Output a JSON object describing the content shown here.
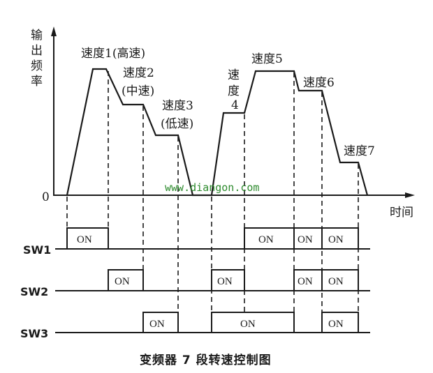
{
  "diagram": {
    "title": "变频器 7 段转速控制图",
    "y_axis_label": [
      "输",
      "出",
      "频",
      "率"
    ],
    "x_axis_label": "时间",
    "origin_label": "0",
    "watermark": "www.diangon.com",
    "colors": {
      "line": "#1a1a1a",
      "watermark": "#2e8b2e",
      "background": "#ffffff"
    },
    "speed_labels": {
      "s1": "速度1(高速)",
      "s2_line1": "速度2",
      "s2_line2": "(中速)",
      "s3_line1": "速度3",
      "s3_line2": "(低速)",
      "s4_line1": "速",
      "s4_line2": "度",
      "s4_line3": "4",
      "s5": "速度5",
      "s6": "速度6",
      "s7": "速度7"
    },
    "switches": [
      {
        "name": "SW1",
        "on_label": "ON"
      },
      {
        "name": "SW2",
        "on_label": "ON"
      },
      {
        "name": "SW3",
        "on_label": "ON"
      }
    ]
  },
  "chart_data": {
    "type": "timing",
    "title": "变频器 7 段转速控制图",
    "xlabel": "时间",
    "ylabel": "输出频率",
    "segments": [
      {
        "speed": "速度1",
        "note": "高速",
        "relative_level": 0.95,
        "SW1": "ON",
        "SW2": "OFF",
        "SW3": "OFF"
      },
      {
        "speed": "速度2",
        "note": "中速",
        "relative_level": 0.67,
        "SW1": "OFF",
        "SW2": "ON",
        "SW3": "OFF"
      },
      {
        "speed": "速度3",
        "note": "低速",
        "relative_level": 0.43,
        "SW1": "OFF",
        "SW2": "OFF",
        "SW3": "ON"
      },
      {
        "speed": "速度4",
        "note": "",
        "relative_level": 0.59,
        "SW1": "OFF",
        "SW2": "ON",
        "SW3": "ON"
      },
      {
        "speed": "速度5",
        "note": "",
        "relative_level": 0.93,
        "SW1": "ON",
        "SW2": "OFF",
        "SW3": "ON"
      },
      {
        "speed": "速度6",
        "note": "",
        "relative_level": 0.78,
        "SW1": "ON",
        "SW2": "ON",
        "SW3": "OFF"
      },
      {
        "speed": "速度7",
        "note": "",
        "relative_level": 0.24,
        "SW1": "ON",
        "SW2": "ON",
        "SW3": "ON"
      }
    ],
    "switch_rows": [
      "SW1",
      "SW2",
      "SW3"
    ]
  }
}
